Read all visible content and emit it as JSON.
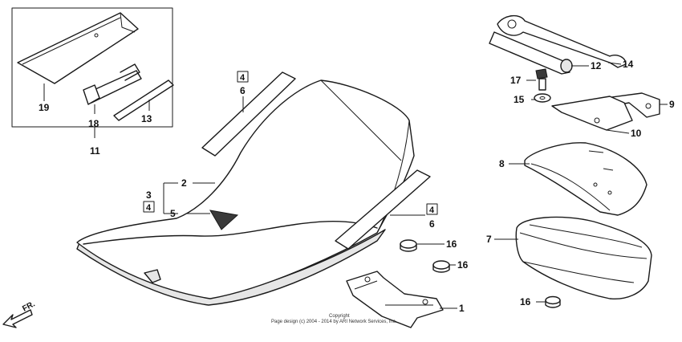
{
  "callouts": {
    "c1": "1",
    "c2": "2",
    "c3": "3",
    "c4a": "4",
    "c4b": "4",
    "c4c": "4",
    "c5": "5",
    "c6a": "6",
    "c6b": "6",
    "c7": "7",
    "c8": "8",
    "c9": "9",
    "c10": "10",
    "c11": "11",
    "c12": "12",
    "c13": "13",
    "c14": "14",
    "c15": "15",
    "c16a": "16",
    "c16b": "16",
    "c16c": "16",
    "c17": "17",
    "c18": "18",
    "c19": "19"
  },
  "direction_label": "FR.",
  "copyright": {
    "line1": "Copyright",
    "line2": "Page design (c) 2004 - 2014 by ARI Network Services, Inc."
  }
}
